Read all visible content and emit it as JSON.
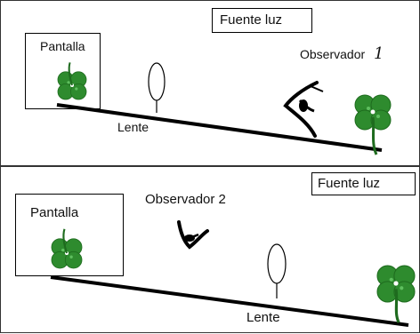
{
  "panel_top": {
    "light_source_label": "Fuente luz",
    "screen_label": "Pantalla",
    "lens_label": "Lente",
    "observer_label": "Observador",
    "observer_number": "1"
  },
  "panel_bottom": {
    "light_source_label": "Fuente luz",
    "screen_label": "Pantalla",
    "lens_label": "Lente",
    "observer_label": "Observador 2"
  },
  "icons": {
    "object": "clover-icon",
    "image": "clover-icon",
    "lens": "convex-lens-icon",
    "observer": "eye-icon"
  },
  "colors": {
    "clover": "#2e8b2e",
    "clover_dark": "#1e6b1e",
    "outline": "#000000"
  }
}
